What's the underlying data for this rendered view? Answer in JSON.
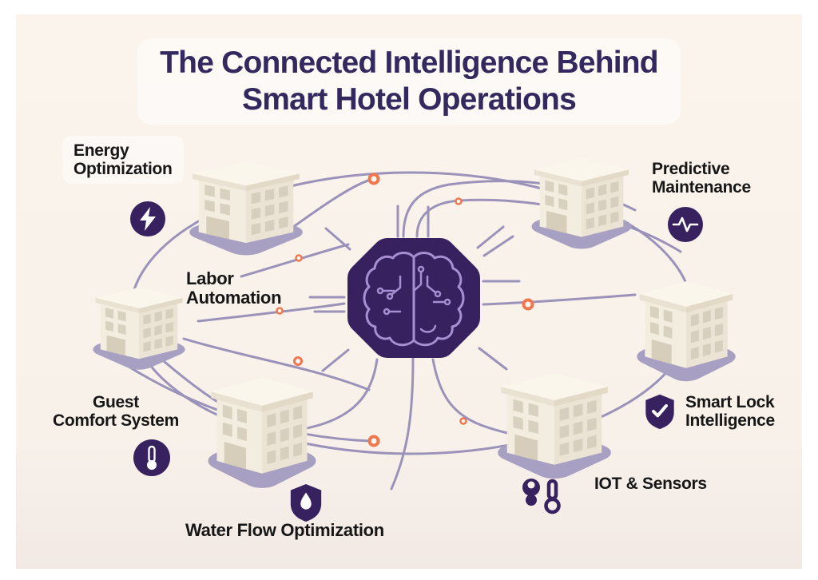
{
  "title": {
    "line1": "The Connected Intelligence Behind",
    "line2": "Smart Hotel Operations"
  },
  "labels": {
    "energy": {
      "line1": "Energy",
      "line2": "Optimization"
    },
    "labor": {
      "line1": "Labor",
      "line2": "Automation"
    },
    "guest": {
      "line1": "Guest",
      "line2": "Comfort System"
    },
    "water": {
      "text": "Water Flow Optimization"
    },
    "predictive": {
      "line1": "Predictive",
      "line2": "Maintenance"
    },
    "smart_lock": {
      "line1": "Smart Lock",
      "line2": "Intelligence"
    },
    "iot": {
      "text": "IOT & Sensors"
    }
  },
  "icons": {
    "center": "brain-circuit-icon",
    "energy": "lightning-icon",
    "guest": "thermometer-icon",
    "water": "shield-water-drop-icon",
    "predictive": "pulse-icon",
    "smart_lock": "shield-check-icon",
    "iot": "sensor-pin-and-thermometer-icon"
  },
  "colors": {
    "page_border": "#ffffff",
    "background": "#f9f2ea",
    "title_text": "#33295e",
    "label_text": "#161616",
    "connection_line": "#9b92ba",
    "connector_ring": "#f0764d",
    "center_shape": "#37215f",
    "brain_stroke": "#a78fd2",
    "icon_fill": "#37215f",
    "building_face": "#f3ede0",
    "building_shadow_pad": "#a8a0c2"
  }
}
